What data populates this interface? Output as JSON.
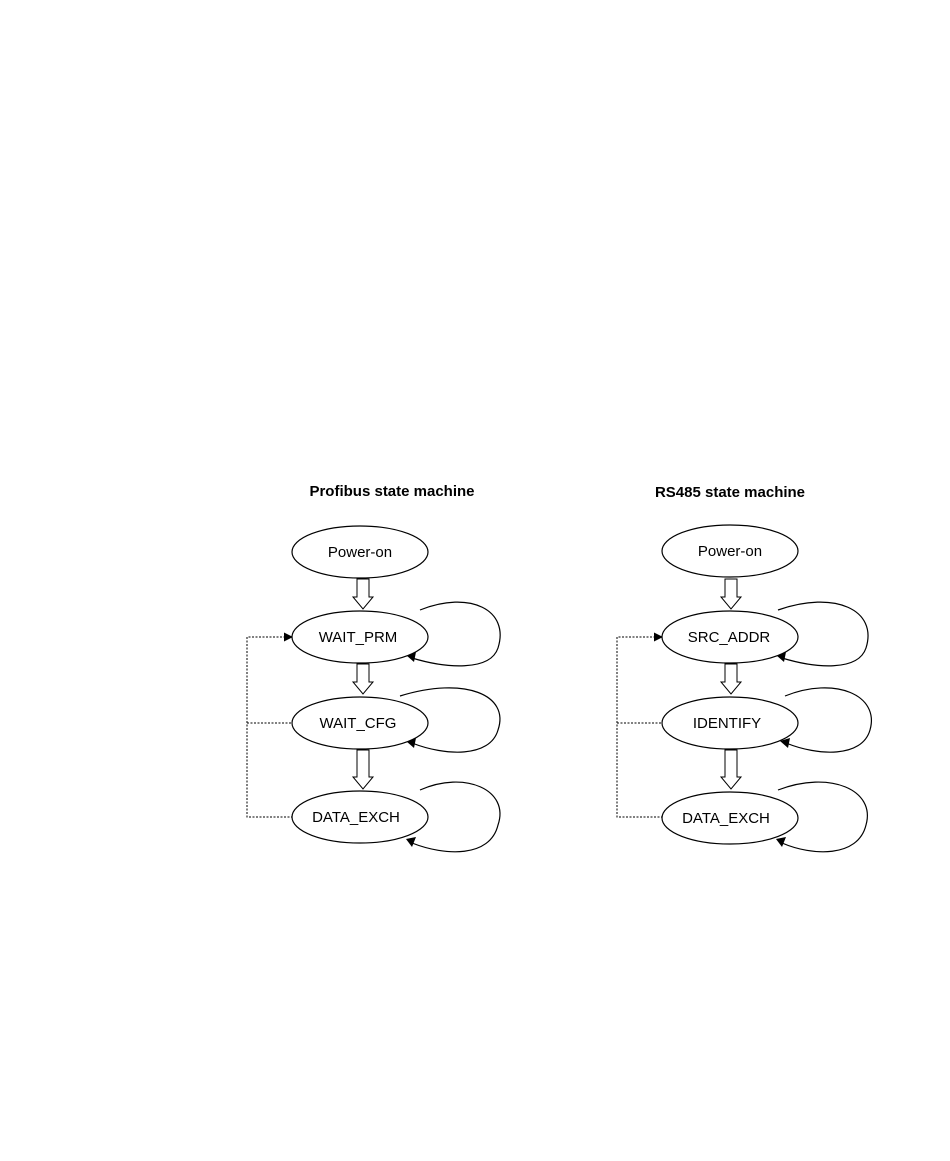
{
  "diagrams": [
    {
      "title": "Profibus state machine",
      "states": [
        "Power-on",
        "WAIT_PRM",
        "WAIT_CFG",
        "DATA_EXCH"
      ]
    },
    {
      "title": "RS485 state machine",
      "states": [
        "Power-on",
        "SRC_ADDR",
        "IDENTIFY",
        "DATA_EXCH"
      ]
    }
  ]
}
